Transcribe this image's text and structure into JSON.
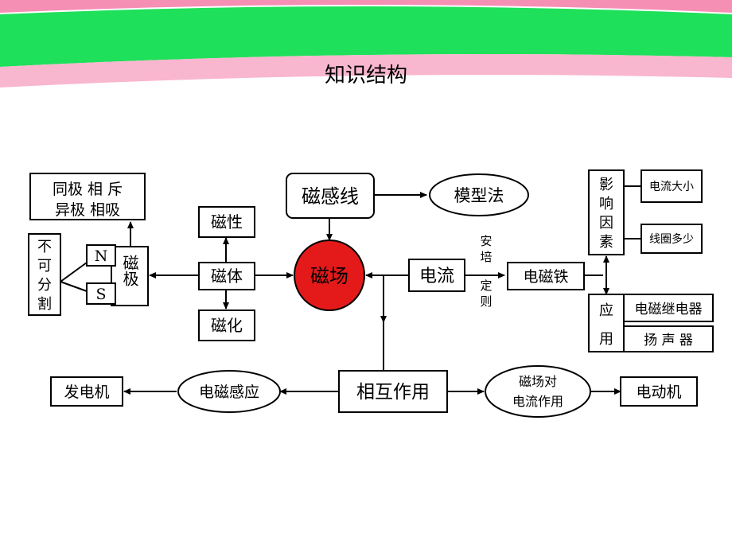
{
  "slide": {
    "title": "知识结构",
    "banner_colors": {
      "pink": "#f58fb4",
      "pink_light": "#f9b6cf",
      "green": "#1fe05a"
    }
  },
  "diagram": {
    "center": "磁场",
    "center_color": "#e41a1a",
    "nodes": {
      "cixiangan": "磁感线",
      "moxingfa": "模型法",
      "cixing": "磁性",
      "citi": "磁体",
      "cihua": "磁化",
      "ciji": "磁极",
      "pole_n": "N",
      "pole_s": "S",
      "rule_line1": "同极 相 斥",
      "rule_line2": "异极 相吸",
      "bukefenge": [
        "不",
        "可",
        "分",
        "割"
      ],
      "dianliu": "电流",
      "anpei": [
        "安",
        "培",
        "定",
        "则"
      ],
      "diancitie": "电磁铁",
      "yingxiang": [
        "影",
        "响",
        "因",
        "素"
      ],
      "factor_current": "电流大小",
      "factor_coils": "线圈多少",
      "yingyong": [
        "应",
        "用"
      ],
      "app_relay": "电磁继电器",
      "app_speaker": "扬 声 器",
      "xianghu": "相互作用",
      "diancigan": "电磁感应",
      "fadianji": "发电机",
      "force_line1": "磁场对",
      "force_line2": "电流作用",
      "diandongji": "电动机"
    }
  }
}
